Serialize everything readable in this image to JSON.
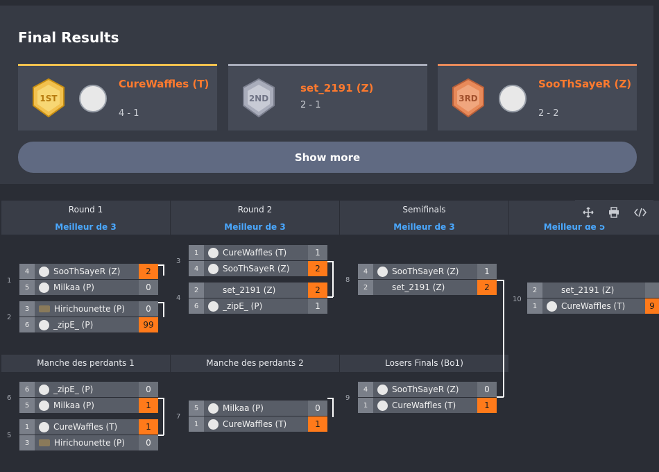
{
  "results": {
    "title": "Final Results",
    "places": [
      {
        "badge": "1ST",
        "name": "CureWaffles (T)",
        "score": "4 - 1",
        "color": "#f2c14e"
      },
      {
        "badge": "2ND",
        "name": "set_2191 (Z)",
        "score": "2 - 1",
        "color": "#a9adbb"
      },
      {
        "badge": "3RD",
        "name": "SooThSayeR (Z)",
        "score": "2 - 2",
        "color": "#e88a5a"
      }
    ],
    "show_more": "Show more"
  },
  "headers": {
    "round1": {
      "name": "Round 1",
      "best": "Meilleur de 3"
    },
    "round2": {
      "name": "Round 2",
      "best": "Meilleur de 3"
    },
    "semis": {
      "name": "Semifinals",
      "best": "Meilleur de 3"
    },
    "finals": {
      "best": "Meilleur de 5"
    },
    "losers1": "Manche des perdants 1",
    "losers2": "Manche des perdants 2",
    "losers_final": "Losers Finals (Bo1)"
  },
  "toolbar": {
    "icons": [
      "move-icon",
      "print-icon",
      "code-icon"
    ]
  },
  "matches": [
    {
      "id": "1",
      "slots": [
        {
          "seed": "4",
          "name": "SooThSayeR (Z)",
          "score": "2",
          "win": true,
          "icon": "race"
        },
        {
          "seed": "5",
          "name": "Milkaa (P)",
          "score": "0",
          "win": false,
          "icon": "race"
        }
      ]
    },
    {
      "id": "2",
      "slots": [
        {
          "seed": "3",
          "name": "Hirichounette (P)",
          "score": "0",
          "win": false,
          "icon": "flag"
        },
        {
          "seed": "6",
          "name": "_zipE_ (P)",
          "score": "99",
          "win": true,
          "icon": "race"
        }
      ]
    },
    {
      "id": "3",
      "slots": [
        {
          "seed": "1",
          "name": "CureWaffles (T)",
          "score": "1",
          "win": false,
          "icon": "race"
        },
        {
          "seed": "4",
          "name": "SooThSayeR (Z)",
          "score": "2",
          "win": true,
          "icon": "race"
        }
      ]
    },
    {
      "id": "4",
      "slots": [
        {
          "seed": "2",
          "name": "set_2191 (Z)",
          "score": "2",
          "win": true,
          "icon": "empty"
        },
        {
          "seed": "6",
          "name": "_zipE_ (P)",
          "score": "1",
          "win": false,
          "icon": "race"
        }
      ]
    },
    {
      "id": "8",
      "slots": [
        {
          "seed": "4",
          "name": "SooThSayeR (Z)",
          "score": "1",
          "win": false,
          "icon": "race"
        },
        {
          "seed": "2",
          "name": "set_2191 (Z)",
          "score": "2",
          "win": true,
          "icon": "empty"
        }
      ]
    },
    {
      "id": "10",
      "slots": [
        {
          "seed": "2",
          "name": "set_2191 (Z)",
          "score": "",
          "win": false,
          "icon": "empty"
        },
        {
          "seed": "1",
          "name": "CureWaffles (T)",
          "score": "9",
          "win": true,
          "icon": "race"
        }
      ]
    },
    {
      "id": "6",
      "slots": [
        {
          "seed": "6",
          "name": "_zipE_ (P)",
          "score": "0",
          "win": false,
          "icon": "race"
        },
        {
          "seed": "5",
          "name": "Milkaa (P)",
          "score": "1",
          "win": true,
          "icon": "race"
        }
      ]
    },
    {
      "id": "5",
      "slots": [
        {
          "seed": "1",
          "name": "CureWaffles (T)",
          "score": "1",
          "win": true,
          "icon": "race"
        },
        {
          "seed": "3",
          "name": "Hirichounette (P)",
          "score": "0",
          "win": false,
          "icon": "flag"
        }
      ]
    },
    {
      "id": "7",
      "slots": [
        {
          "seed": "5",
          "name": "Milkaa (P)",
          "score": "0",
          "win": false,
          "icon": "race"
        },
        {
          "seed": "1",
          "name": "CureWaffles (T)",
          "score": "1",
          "win": true,
          "icon": "race"
        }
      ]
    },
    {
      "id": "9",
      "slots": [
        {
          "seed": "4",
          "name": "SooThSayeR (Z)",
          "score": "0",
          "win": false,
          "icon": "race"
        },
        {
          "seed": "1",
          "name": "CureWaffles (T)",
          "score": "1",
          "win": true,
          "icon": "race"
        }
      ]
    }
  ]
}
